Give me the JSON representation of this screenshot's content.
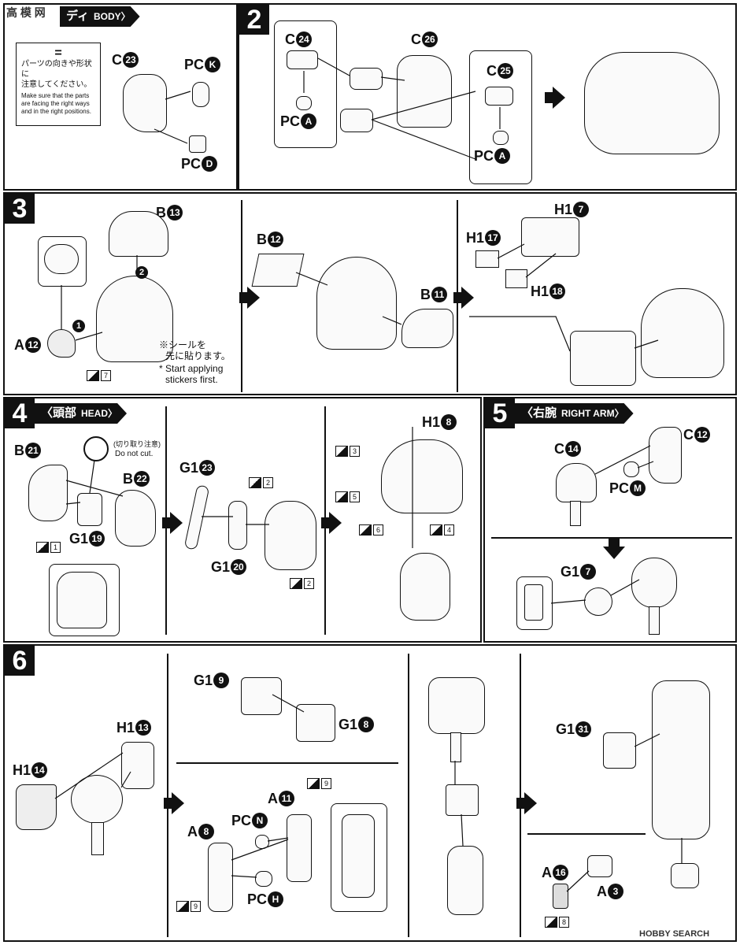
{
  "step1": {
    "header_jp": "ディ",
    "header_en": "BODY〉",
    "note_jp_line1": "パーツの向きや形状に",
    "note_jp_line2": "注意してください。",
    "note_en": "Make sure that the parts are facing the right ways and in the right positions.",
    "label_c23": "C",
    "c23": "23",
    "label_pck": "PC",
    "pck": "K",
    "label_pcd": "PC",
    "pcd": "D"
  },
  "step2": {
    "number": "2",
    "label_c24": "C",
    "c24": "24",
    "label_c26": "C",
    "c26": "26",
    "label_c25": "C",
    "c25": "25",
    "label_pca1": "PC",
    "pca1": "A",
    "label_pca2": "PC",
    "pca2": "A"
  },
  "step3": {
    "number": "3",
    "b13": "B",
    "b13n": "13",
    "b12": "B",
    "b12n": "12",
    "b11": "B",
    "b11n": "11",
    "a12": "A",
    "a12n": "12",
    "h17": "H1",
    "h17n": "7",
    "h117": "H1",
    "h117n": "17",
    "h118": "H1",
    "h118n": "18",
    "order1": "1",
    "order2": "2",
    "sticker": "7",
    "note_jp1": "※シールを",
    "note_jp2": "先に貼ります。",
    "note_en1": "* Start applying",
    "note_en2": "stickers first."
  },
  "step4": {
    "number": "4",
    "header_jp": "〈頭部",
    "header_en": "HEAD〉",
    "b21": "B",
    "b21n": "21",
    "b22": "B",
    "b22n": "22",
    "g119": "G1",
    "g119n": "19",
    "g123": "G1",
    "g123n": "23",
    "g120": "G1",
    "g120n": "20",
    "h18": "H1",
    "h18n": "8",
    "donotcut_jp": "(切り取り注意)",
    "donotcut_en": "Do not cut.",
    "stickers": [
      "1",
      "2",
      "2",
      "3",
      "5",
      "6",
      "4"
    ]
  },
  "step5": {
    "number": "5",
    "header_jp": "〈右腕",
    "header_en": "RIGHT ARM〉",
    "c14": "C",
    "c14n": "14",
    "c12": "C",
    "c12n": "12",
    "pcm": "PC",
    "pcmn": "M",
    "g17": "G1",
    "g17n": "7"
  },
  "step6": {
    "number": "6",
    "h113": "H1",
    "h113n": "13",
    "h114": "H1",
    "h114n": "14",
    "g19": "G1",
    "g19n": "9",
    "g18": "G1",
    "g18n": "8",
    "a11": "A",
    "a11n": "11",
    "a8": "A",
    "a8n": "8",
    "pcn": "PC",
    "pcnn": "N",
    "pch": "PC",
    "pchn": "H",
    "g131": "G1",
    "g131n": "31",
    "a16": "A",
    "a16n": "16",
    "a3": "A",
    "a3n": "3",
    "stickers": [
      "9",
      "9",
      "8"
    ]
  },
  "watermark": {
    "top_left": "高 模 网",
    "bottom_right": "HOBBY SEARCH"
  }
}
